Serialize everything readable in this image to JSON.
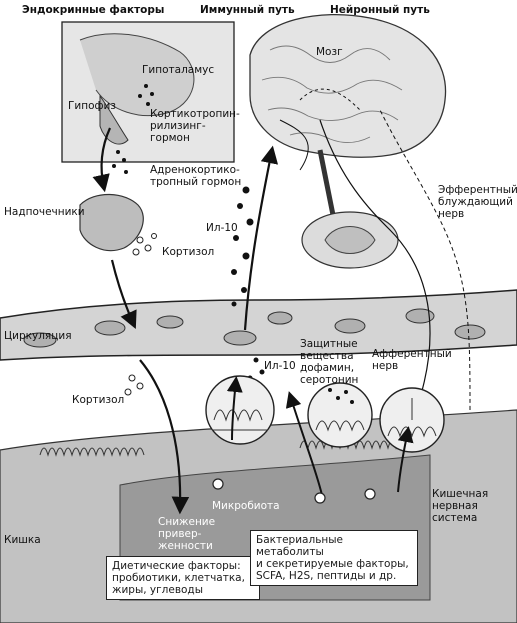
{
  "headers": {
    "endocrine": "Эндокринные факторы",
    "immune": "Иммунный путь",
    "neural": "Нейронный путь"
  },
  "labels": {
    "hypothalamus": "Гипоталамус",
    "pituitary": "Гипофиз",
    "crh": "Кортикотропин-\nрилизинг-\nгормон",
    "acth": "Адренокортико-\nтропный гормон",
    "adrenals": "Надпочечники",
    "cortisol_top": "Кортизол",
    "circulation": "Циркуляция",
    "cortisol_left": "Кортизол",
    "gut": "Кишка",
    "il10_top": "Ил-10",
    "il10_mid": "Ил-10",
    "protective": "Защитные\nвещества\nдофамин,\nсеротонин",
    "afferent": "Афферентный\nнерв",
    "efferent": "Эфферентный\nблуждающий\nнерв",
    "brain": "Мозг",
    "enteric": "Кишечная\nнервная\nсистема",
    "microbiota": "Микробиота",
    "reduced": "Снижение\nпривер-\nженности"
  },
  "boxes": {
    "diet": "Диетические факторы:\nпробиотики, клетчатка,\nжиры, углеводы",
    "metabolites": "Бактериальные метаболиты\nи секретируемые факторы,\nSCFA, H2S, пептиды и др."
  },
  "colors": {
    "ink": "#1a1a1a",
    "shade_light": "#d9d9d9",
    "shade_mid": "#b8b8b8",
    "shade_dark": "#8a8a8a"
  }
}
